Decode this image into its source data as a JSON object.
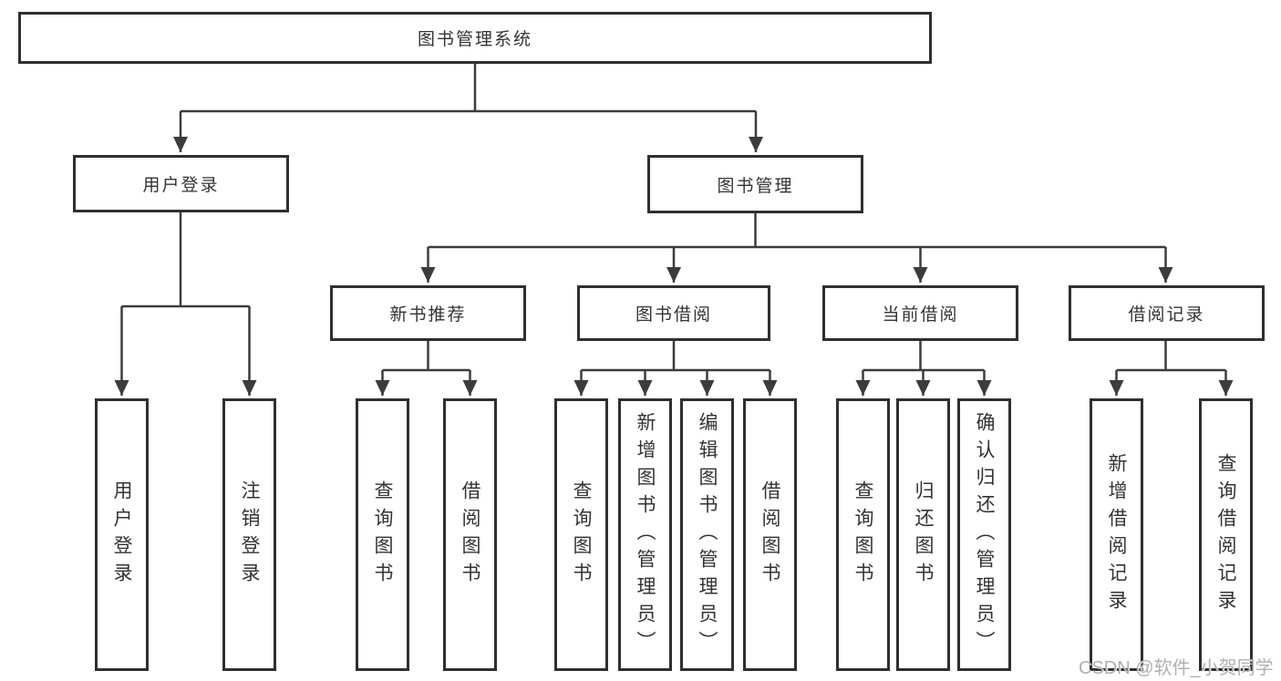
{
  "diagram": {
    "type": "hierarchy-tree",
    "root": {
      "label": "图书管理系统",
      "children": [
        {
          "label": "用户登录",
          "children": [
            {
              "label": "用户登录"
            },
            {
              "label": "注销登录"
            }
          ]
        },
        {
          "label": "图书管理",
          "children": [
            {
              "label": "新书推荐",
              "children": [
                {
                  "label": "查询图书"
                },
                {
                  "label": "借阅图书"
                }
              ]
            },
            {
              "label": "图书借阅",
              "children": [
                {
                  "label": "查询图书"
                },
                {
                  "label": "新增图书（管理员）"
                },
                {
                  "label": "编辑图书（管理员）"
                },
                {
                  "label": "借阅图书"
                }
              ]
            },
            {
              "label": "当前借阅",
              "children": [
                {
                  "label": "查询图书"
                },
                {
                  "label": "归还图书"
                },
                {
                  "label": "确认归还（管理员）"
                }
              ]
            },
            {
              "label": "借阅记录",
              "children": [
                {
                  "label": "新增借阅记录"
                },
                {
                  "label": "查询借阅记录"
                }
              ]
            }
          ]
        }
      ]
    }
  },
  "watermark": {
    "text": "CSDN @软件_小贺同学"
  },
  "colors": {
    "line": "#3c3c3c",
    "border": "#2f2f2f",
    "text": "#333333",
    "background": "#ffffff",
    "watermark": "#b0b0b0"
  }
}
